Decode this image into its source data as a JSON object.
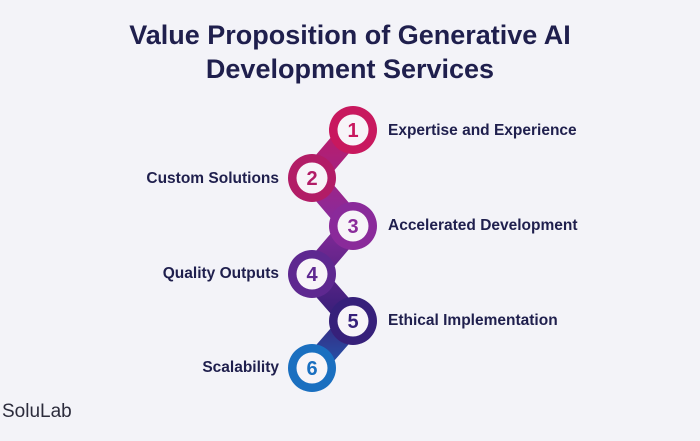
{
  "title": {
    "line1": "Value Proposition of Generative AI",
    "line2": "Development Services"
  },
  "steps": [
    {
      "number": "1",
      "label": "Expertise and Experience",
      "side": "right"
    },
    {
      "number": "2",
      "label": "Custom Solutions",
      "side": "left"
    },
    {
      "number": "3",
      "label": "Accelerated Development",
      "side": "right"
    },
    {
      "number": "4",
      "label": "Quality Outputs",
      "side": "left"
    },
    {
      "number": "5",
      "label": "Ethical Implementation",
      "side": "right"
    },
    {
      "number": "6",
      "label": "Scalability",
      "side": "left"
    }
  ],
  "brand": "SoluLab",
  "colors": {
    "title": "#1f1f4d",
    "gradient_top": "#c8185e",
    "gradient_middle": "#7a2a9c",
    "gradient_lower": "#3a1f7a",
    "gradient_bottom": "#1a6fc0",
    "background": "#f3f3f8"
  }
}
